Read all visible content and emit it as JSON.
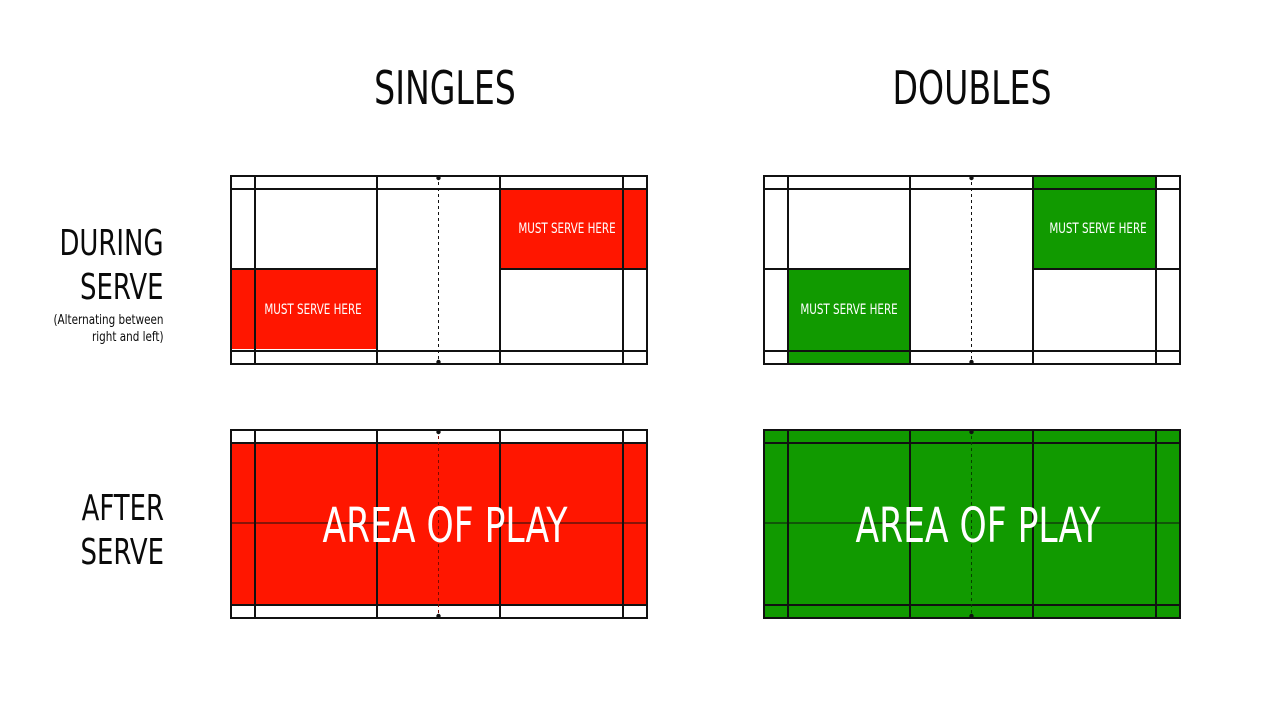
{
  "columns": {
    "singles": "SINGLES",
    "doubles": "DOUBLES"
  },
  "rows": {
    "during_line1": "DURING",
    "during_line2": "SERVE",
    "during_note_line1": "(Alternating between",
    "during_note_line2": "right and left)",
    "after_line1": "AFTER",
    "after_line2": "SERVE"
  },
  "courts": {
    "serve_label": "MUST SERVE HERE",
    "play_label": "AREA OF PLAY"
  },
  "colors": {
    "singles": "#ff1600",
    "doubles": "#119a00",
    "lines": "#111111",
    "background": "#ffffff"
  }
}
